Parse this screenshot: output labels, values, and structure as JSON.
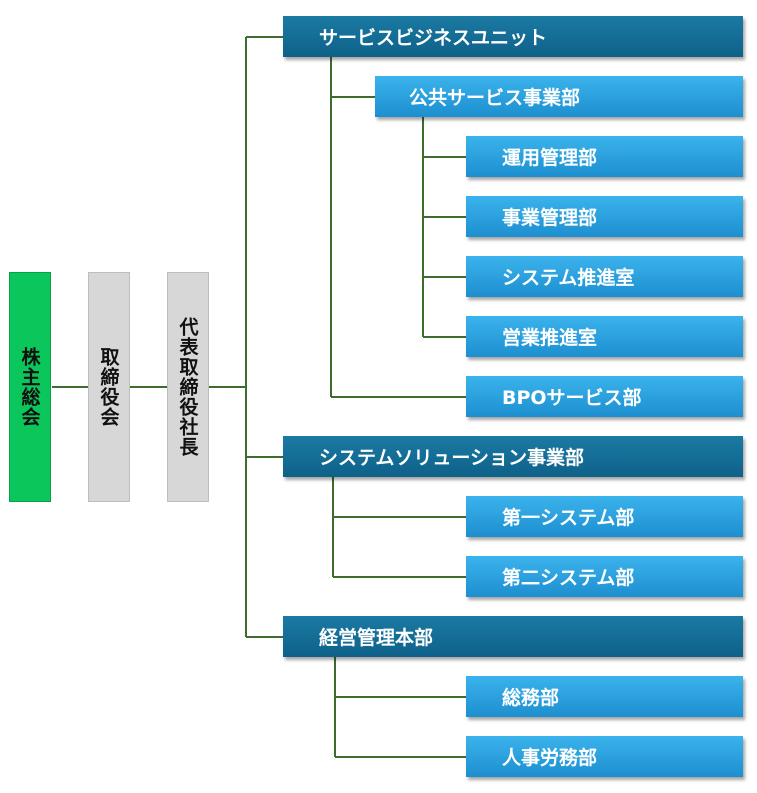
{
  "left_boxes": {
    "shareholders": "株主総会",
    "board": "取締役会",
    "president": "代表取締役社長"
  },
  "units": [
    {
      "label": "サービスビジネスユニット",
      "children": [
        {
          "label": "公共サービス事業部",
          "children": [
            "運用管理部",
            "事業管理部",
            "システム推進室",
            "営業推進室"
          ]
        },
        {
          "label": "BPOサービス部"
        }
      ]
    },
    {
      "label": "システムソリューション事業部",
      "children": [
        "第一システム部",
        "第二システム部"
      ]
    },
    {
      "label": "経営管理本部",
      "children": [
        "総務部",
        "人事労務部"
      ]
    }
  ],
  "colors": {
    "connector": "#3e6b2e",
    "shareholders_fill": "#0bc65a",
    "board_fill": "#d7d7d7",
    "unit_fill": "#0e6189",
    "department_fill": "#1d8fd0"
  }
}
